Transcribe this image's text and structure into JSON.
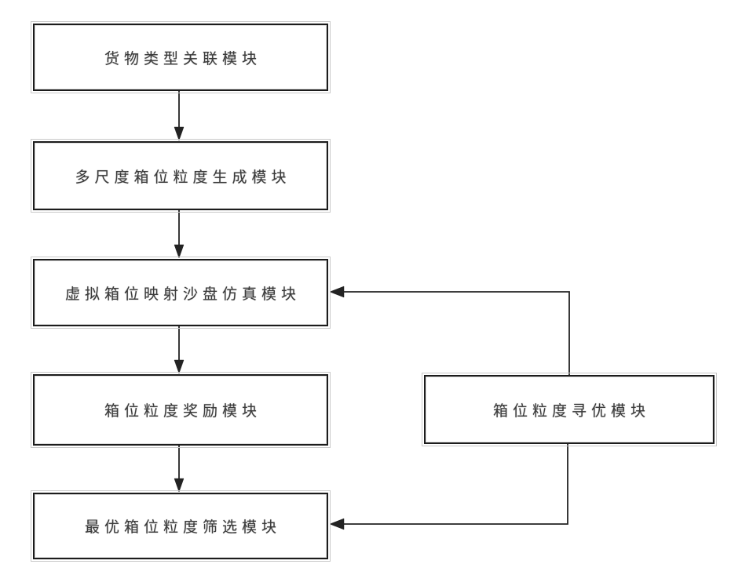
{
  "diagram": {
    "title": "",
    "boxes": [
      {
        "id": "box1",
        "label": "货物类型关联模块"
      },
      {
        "id": "box2",
        "label": "多尺度箱位粒度生成模块"
      },
      {
        "id": "box3",
        "label": "虚拟箱位映射沙盘仿真模块"
      },
      {
        "id": "box4",
        "label": "箱位粒度奖励模块"
      },
      {
        "id": "box5",
        "label": "最优箱位粒度筛选模块"
      },
      {
        "id": "box6",
        "label": "箱位粒度寻优模块"
      }
    ],
    "connections": [
      {
        "from": "box1",
        "to": "box2",
        "type": "arrow-down"
      },
      {
        "from": "box2",
        "to": "box3",
        "type": "arrow-down"
      },
      {
        "from": "box3",
        "to": "box4",
        "type": "arrow-down"
      },
      {
        "from": "box4",
        "to": "box5",
        "type": "arrow-down"
      },
      {
        "from": "box6",
        "to": "box3",
        "type": "elbow-arrow-left",
        "route": "up-then-left"
      },
      {
        "from": "box6",
        "to": "box5",
        "type": "elbow-arrow-left",
        "route": "down-then-left"
      }
    ]
  },
  "colors": {
    "background": "#ffffff",
    "box_border": "#1c1c1c",
    "line": "#232323",
    "text": "#3b3b3b"
  }
}
